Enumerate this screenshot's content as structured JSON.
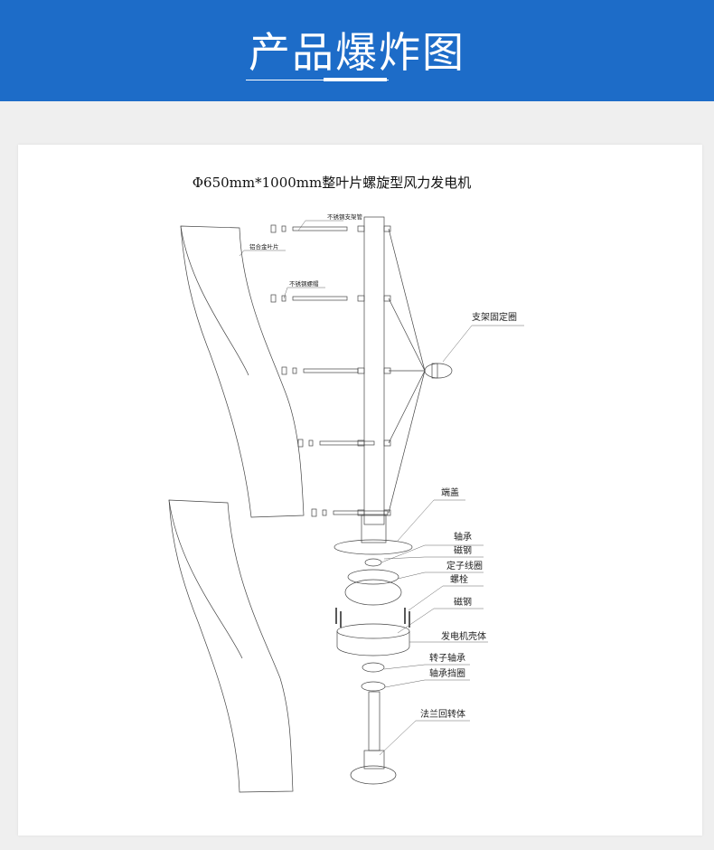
{
  "header": {
    "title": "产品爆炸图"
  },
  "diagram": {
    "title": "Φ650mm*1000mm整叶片螺旋型风力发电机",
    "labels": {
      "support_tube": "不锈钢支架管",
      "blade": "铝合金叶片",
      "nut": "不锈钢螺帽",
      "bracket_ring": "支架固定圈",
      "end_cap": "端盖",
      "bearing": "轴承",
      "magnet_1": "磁钢",
      "stator_coil": "定子线圈",
      "bolt": "螺栓",
      "magnet_2": "磁钢",
      "generator_housing": "发电机壳体",
      "rotor_bearing": "转子轴承",
      "bearing_retainer": "轴承挡圈",
      "flange": "法兰回转体"
    }
  }
}
